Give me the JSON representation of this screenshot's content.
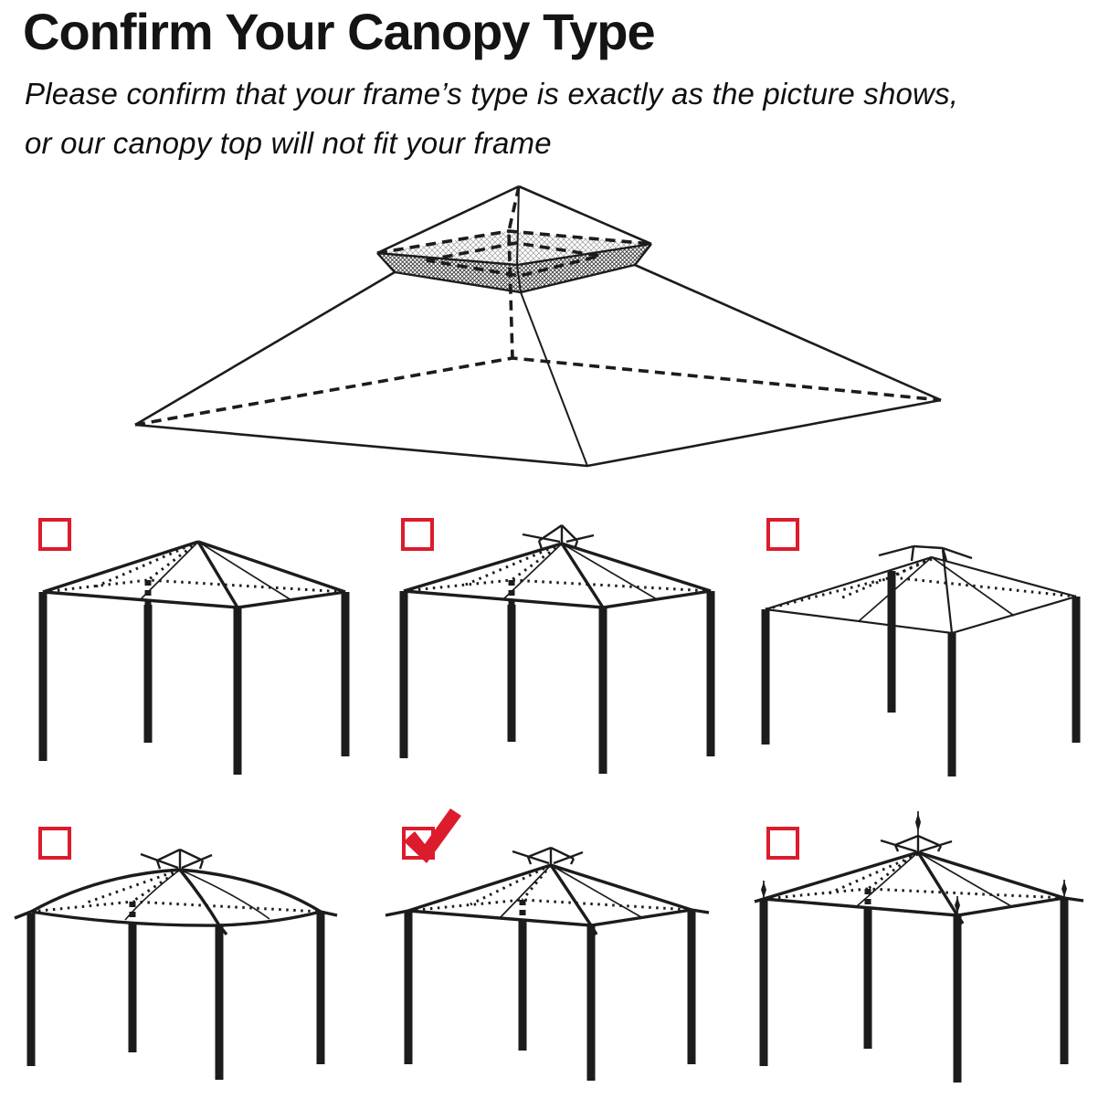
{
  "page": {
    "background": "#ffffff"
  },
  "colors": {
    "accent_red": "#dc1b2d",
    "line_black": "#1c1c1c"
  },
  "header": {
    "title": "Confirm Your Canopy Type",
    "subtitle_line1": "Please confirm that your frame’s type is exactly as the picture shows,",
    "subtitle_line2": "or our canopy top will not fit your frame"
  },
  "hero": {
    "icon": "two-tier-canopy-top-line-drawing"
  },
  "options": [
    {
      "id": "option-1",
      "icon": "gazebo-pyramid-roof-plain",
      "checked": false
    },
    {
      "id": "option-2",
      "icon": "gazebo-pyramid-roof-finial-crown",
      "checked": false
    },
    {
      "id": "option-3",
      "icon": "gazebo-low-hip-roof-two-tier-vent",
      "checked": false
    },
    {
      "id": "option-4",
      "icon": "gazebo-curved-dome-roof-finial-crown",
      "checked": false
    },
    {
      "id": "option-5",
      "icon": "gazebo-hip-roof-finial-crown-overhang",
      "checked": true
    },
    {
      "id": "option-6",
      "icon": "gazebo-hip-roof-crown-corner-spike-finials",
      "checked": false
    }
  ]
}
